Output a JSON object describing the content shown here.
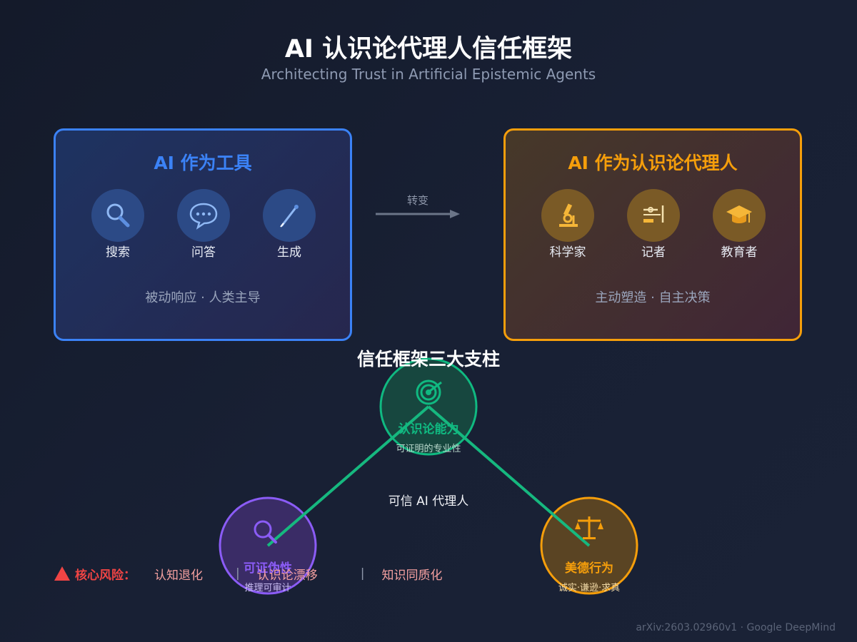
{
  "header": {
    "title": "AI 认识论代理人信任框架",
    "subtitle": "Architecting Trust in Artificial Epistemic Agents"
  },
  "tool_panel": {
    "title": "AI 作为工具",
    "items": [
      {
        "label": "搜索",
        "icon": "search-icon"
      },
      {
        "label": "问答",
        "icon": "chat-bubble-icon"
      },
      {
        "label": "生成",
        "icon": "pen-icon"
      }
    ],
    "note": "被动响应 · 人类主导",
    "accent": "#3b82f6"
  },
  "agent_panel": {
    "title": "AI 作为认识论代理人",
    "items": [
      {
        "label": "科学家",
        "icon": "microscope-icon"
      },
      {
        "label": "记者",
        "icon": "newspaper-icon"
      },
      {
        "label": "教育者",
        "icon": "graduation-cap-icon"
      }
    ],
    "note": "主动塑造 · 自主决策",
    "accent": "#f59e0b"
  },
  "transform": {
    "label": "转变"
  },
  "pillars": {
    "title": "信任框架三大支柱",
    "center_label": "可信 AI 代理人",
    "nodes": [
      {
        "title": "认识论能力",
        "subtitle": "可证明的专业性",
        "icon": "target-icon",
        "color": "#10b981"
      },
      {
        "title": "可证伪性",
        "subtitle": "推理可审计",
        "icon": "magnifier-icon",
        "color": "#8b5cf6"
      },
      {
        "title": "美德行为",
        "subtitle": "诚实·谦逊·求真",
        "icon": "scales-icon",
        "color": "#f59e0b"
      }
    ]
  },
  "risks": {
    "label": "核心风险：",
    "items": [
      "认知退化",
      "认识论漂移",
      "知识同质化"
    ],
    "color": "#ef4444"
  },
  "footer": {
    "text": "arXiv:2603.02960v1 · Google DeepMind"
  }
}
